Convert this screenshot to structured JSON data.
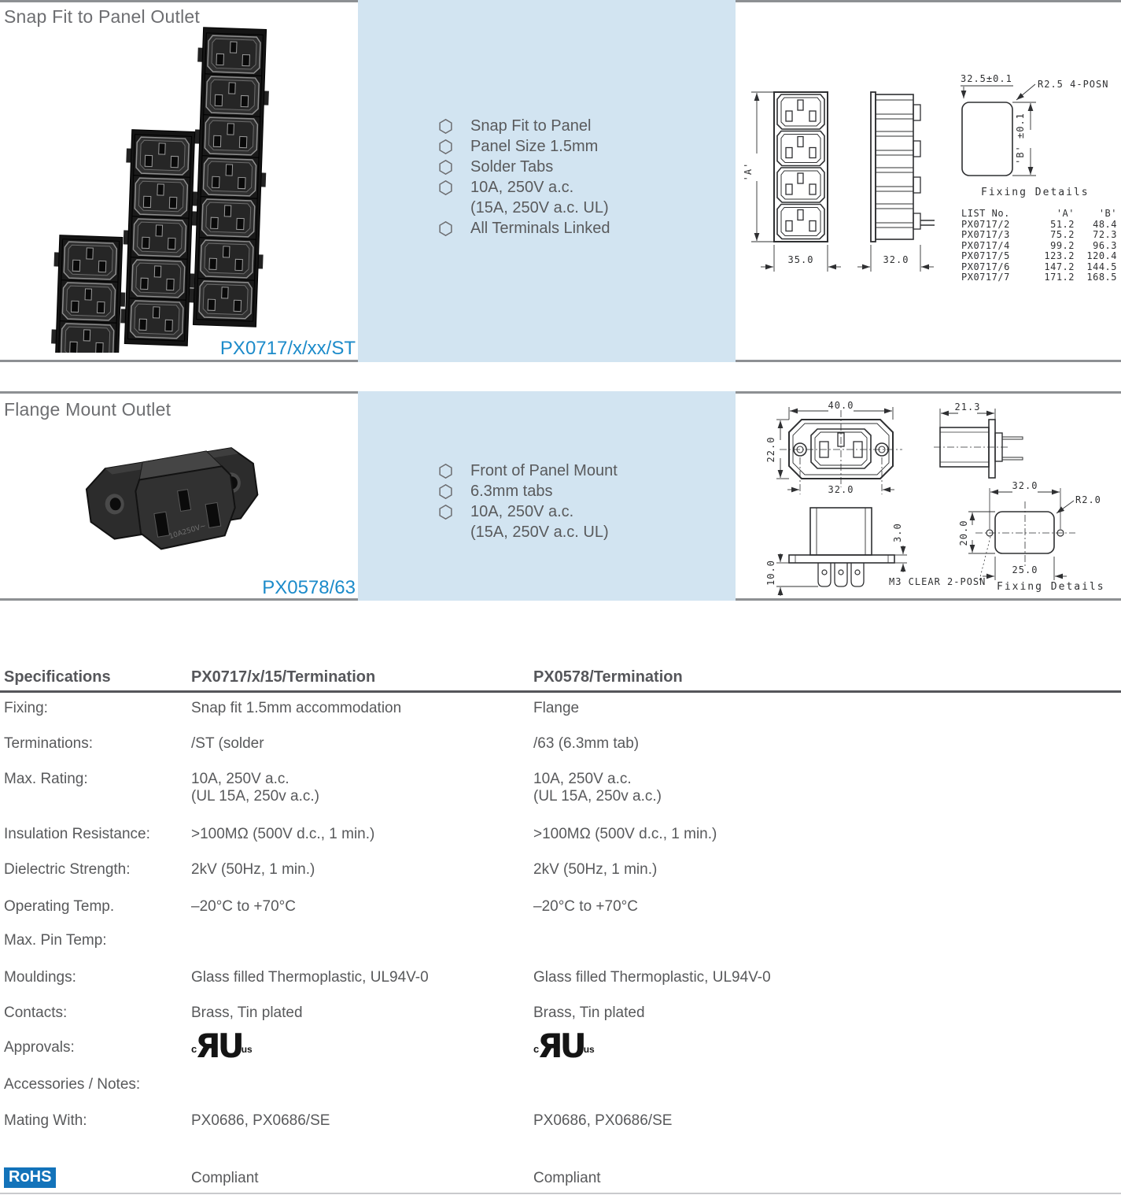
{
  "colors": {
    "accent_blue": "#1c8bca",
    "panel_blue": "#d2e4f1",
    "rule_gray": "#8d9093",
    "text_gray": "#58595b",
    "title_gray": "#6d6e71",
    "rohs_blue": "#1373ba",
    "drawing_ink": "#2f3032"
  },
  "sections": [
    {
      "title": "Snap Fit to Panel Outlet",
      "code": "PX0717/x/xx/ST",
      "features": [
        {
          "t": "Snap Fit to Panel"
        },
        {
          "t": "Panel Size 1.5mm"
        },
        {
          "t": "Solder Tabs"
        },
        {
          "t": "10A, 250V a.c."
        },
        {
          "t": "(15A, 250V a.c. UL)"
        },
        {
          "t": "All Terminals Linked"
        }
      ]
    },
    {
      "title": "Flange Mount Outlet",
      "code": "PX0578/63",
      "photo_text": "10A250V~",
      "features": [
        {
          "t": "Front of Panel Mount"
        },
        {
          "t": "6.3mm tabs"
        },
        {
          "t": "10A, 250V a.c."
        },
        {
          "t": "(15A, 250V a.c. UL)"
        }
      ]
    }
  ],
  "drawing1": {
    "dim_a": "'A'",
    "dim_35": "35.0",
    "dim_32": "32.0",
    "cutout_width": "32.5±0.1",
    "radius_note": "R2.5 4-POSN",
    "dim_b": "'B' ±0.1",
    "caption": "Fixing Details",
    "list_table": {
      "headers": [
        "LIST No.",
        "'A'",
        "'B'"
      ],
      "rows": [
        [
          "PX0717/2",
          "51.2",
          "48.4"
        ],
        [
          "PX0717/3",
          "75.2",
          "72.3"
        ],
        [
          "PX0717/4",
          "99.2",
          "96.3"
        ],
        [
          "PX0717/5",
          "123.2",
          "120.4"
        ],
        [
          "PX0717/6",
          "147.2",
          "144.5"
        ],
        [
          "PX0717/7",
          "171.2",
          "168.5"
        ]
      ]
    }
  },
  "drawing2": {
    "dim_40": "40.0",
    "dim_22": "22.0",
    "dim_32_holes": "32.0",
    "dim_21_3": "21.3",
    "dim_3": "3.0",
    "dim_10": "10.0",
    "m3_note": "M3 CLEAR 2-POSN",
    "dim_32_cut": "32.0",
    "radius_note": "R2.0",
    "dim_20": "20.0",
    "dim_25": "25.0",
    "caption": "Fixing Details"
  },
  "spec_table": {
    "headers": [
      "Specifications",
      "PX0717/x/15/Termination",
      "PX0578/Termination"
    ],
    "rows": [
      {
        "label": "Fixing:",
        "c1": "Snap fit 1.5mm accommodation",
        "c2": "Flange"
      },
      {
        "label": "Terminations:",
        "c1": "/ST (solder",
        "c2": "/63 (6.3mm tab)"
      },
      {
        "label": "Max. Rating:",
        "c1": "10A, 250V a.c.",
        "c1b": "(UL 15A, 250v a.c.)",
        "c2": "10A, 250V a.c.",
        "c2b": "(UL 15A, 250v a.c.)"
      },
      {
        "label": "Insulation Resistance:",
        "c1": ">100MΩ (500V d.c., 1 min.)",
        "c2": ">100MΩ (500V d.c., 1 min.)"
      },
      {
        "label": "Dielectric Strength:",
        "c1": "2kV (50Hz, 1 min.)",
        "c2": "2kV (50Hz, 1 min.)"
      },
      {
        "label": "Operating Temp.",
        "c1": "–20°C to +70°C",
        "c2": "–20°C to +70°C"
      },
      {
        "label": "Max. Pin Temp:",
        "c1": "",
        "c2": ""
      },
      {
        "label": "Mouldings:",
        "c1": "Glass filled Thermoplastic, UL94V-0",
        "c2": "Glass filled Thermoplastic, UL94V-0"
      },
      {
        "label": "Contacts:",
        "c1": "Brass, Tin plated",
        "c2": "Brass, Tin plated"
      },
      {
        "label": "Approvals:"
      },
      {
        "label": "Accessories / Notes:",
        "c1": "",
        "c2": ""
      },
      {
        "label": "Mating With:",
        "c1": "PX0686, PX0686/SE",
        "c2": "PX0686, PX0686/SE"
      }
    ],
    "ul_mark": {
      "c": "c",
      "ru": "ЯU",
      "us": "us"
    },
    "rohs": {
      "badge": "RoHS",
      "c1": "Compliant",
      "c2": "Compliant"
    }
  }
}
